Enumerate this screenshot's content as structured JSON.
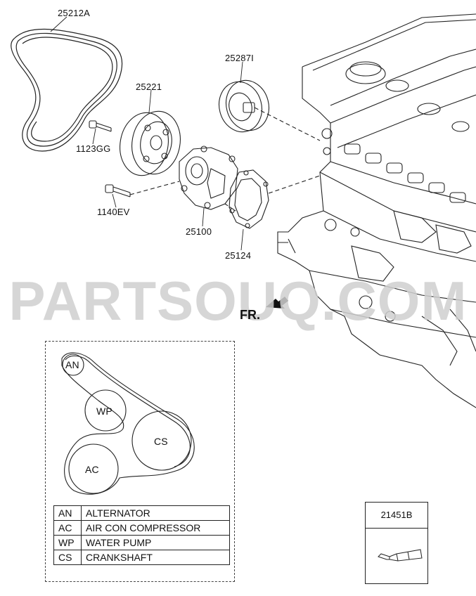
{
  "parts": {
    "belt": "25212A",
    "idler": "25287I",
    "pulley": "25221",
    "bolt_a": "1123GG",
    "bolt_b": "1140EV",
    "water_pump": "25100",
    "gasket": "25124",
    "sealant": "21451B"
  },
  "watermark": "PARTSOUQ.COM",
  "front_marker": "FR.",
  "belt_layout": {
    "pulleys": [
      "AN",
      "WP",
      "CS",
      "AC"
    ]
  },
  "legend": [
    {
      "code": "AN",
      "name": "ALTERNATOR"
    },
    {
      "code": "AC",
      "name": "AIR CON COMPRESSOR"
    },
    {
      "code": "WP",
      "name": "WATER PUMP"
    },
    {
      "code": "CS",
      "name": "CRANKSHAFT"
    }
  ]
}
